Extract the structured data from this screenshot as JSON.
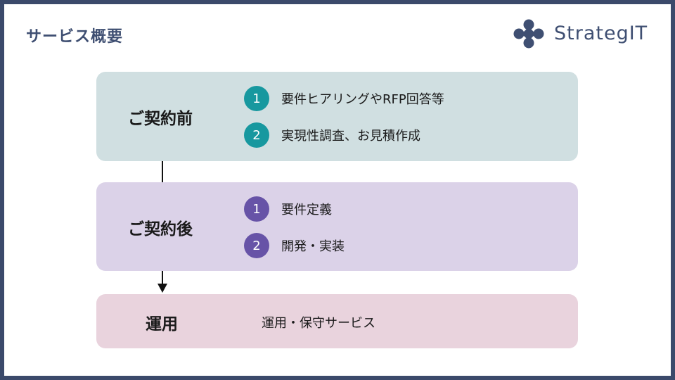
{
  "title": "サービス概要",
  "logo": {
    "text": "StrategIT",
    "mark": "four-dot-logo-icon",
    "color": "#3f4f72"
  },
  "phases": [
    {
      "label": "ご契約前",
      "color": "#d0dfe1",
      "badge_color": "#17989f",
      "steps": [
        {
          "num": "1",
          "text": "要件ヒアリングやRFP回答等"
        },
        {
          "num": "2",
          "text": "実現性調査、お見積作成"
        }
      ]
    },
    {
      "label": "ご契約後",
      "color": "#dbd2e8",
      "badge_color": "#6753a7",
      "steps": [
        {
          "num": "1",
          "text": "要件定義"
        },
        {
          "num": "2",
          "text": "開発・実装"
        }
      ]
    },
    {
      "label": "運用",
      "color": "#e9d3dd",
      "text": "運用・保守サービス"
    }
  ]
}
